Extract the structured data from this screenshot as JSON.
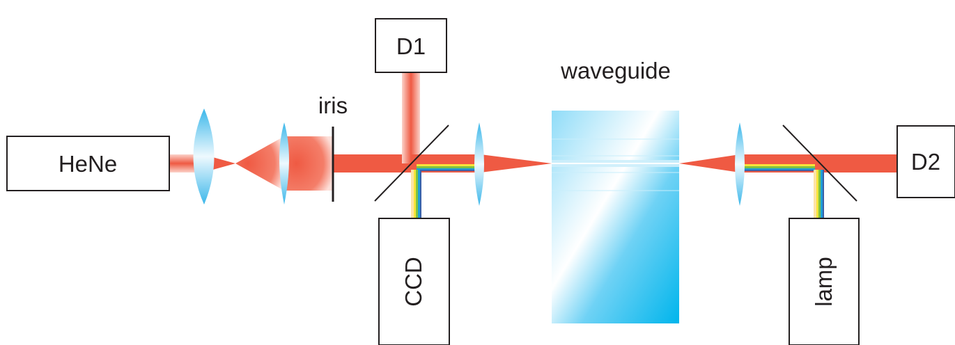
{
  "labels": {
    "hene": "HeNe",
    "iris": "iris",
    "d1": "D1",
    "d2": "D2",
    "waveguide": "waveguide",
    "ccd": "CCD",
    "lamp": "lamp"
  },
  "colors": {
    "laser": "#ef5a43",
    "lens_edge": "#5ec8f0",
    "waveguide_blue": "#00b5ec",
    "outline": "#231f20",
    "rainbow": [
      "#f7e43a",
      "#7fc242",
      "#1e9fd8",
      "#3a5fa8"
    ]
  }
}
